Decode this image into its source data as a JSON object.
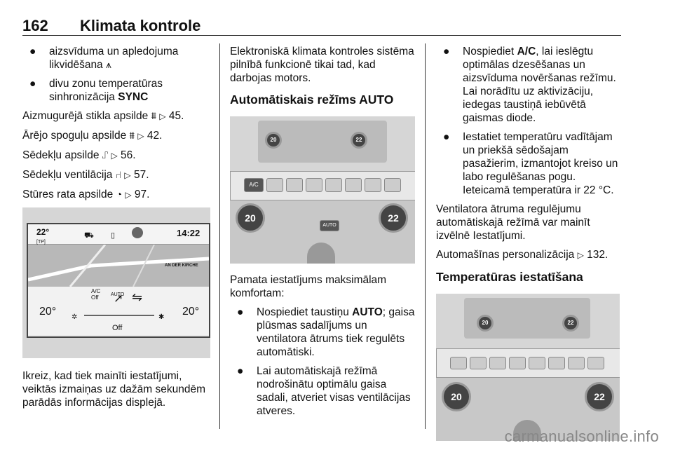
{
  "header": {
    "page_number": "162",
    "title": "Klimata kontrole"
  },
  "col1": {
    "bullet1": {
      "text": "aizsvīduma un apledojuma likvidēšana",
      "icon": "defrost-icon"
    },
    "bullet2": {
      "text": "divu zonu temperatūras sinhronizācija",
      "bold": "SYNC"
    },
    "lines": [
      {
        "text": "Aizmugurējā stikla apsilde",
        "ref": "45."
      },
      {
        "text": "Ārējo spoguļu apsilde",
        "ref": "42."
      },
      {
        "text": "Sēdekļu apsilde",
        "ref": "56."
      },
      {
        "text": "Sēdekļu ventilācija",
        "ref": "57."
      },
      {
        "text": "Stūres rata apsilde",
        "ref": "97."
      }
    ],
    "screen": {
      "temp_top": "22°",
      "tp": "[TP]",
      "time": "14:22",
      "road_label": "AN DER KIRCHE",
      "ac_label": "A/C Off",
      "auto_label": "AUTO",
      "temp_left": "20°",
      "temp_right": "20°",
      "fan_label": "Off"
    },
    "caption": "Ikreiz, kad tiek mainīti iestatījumi, veiktās izmaiņas uz dažām sekundēm parādās informācijas displejā."
  },
  "col2": {
    "intro": "Elektroniskā klimata kontroles sistēma pilnībā funkcionē tikai tad, kad darbojas motors.",
    "heading": "Automātiskais režīms AUTO",
    "panel": {
      "knob_left": "20",
      "knob_right": "22",
      "ac": "A/C",
      "auto": "AUTO"
    },
    "para": "Pamata iestatījums maksimālam komfortam:",
    "bullet1_a": "Nospiediet taustiņu",
    "bullet1_bold": "AUTO",
    "bullet1_b": "; gaisa plūsmas sadalījums un ventilatora ātrums tiek regulēts automātiski.",
    "bullet2": "Lai automātiskajā režīmā nodrošinātu optimālu gaisa sadali, atveriet visas ventilācijas atveres."
  },
  "col3": {
    "bullet1_a": "Nospiediet",
    "bullet1_bold": "A/C",
    "bullet1_b": ", lai ieslēgtu optimālas dzesēšanas un aizsvīduma novēršanas režīmu. Lai norādītu uz aktivizāciju, iedegas taustiņā iebūvētā gaismas diode.",
    "bullet2": "Iestatiet temperatūru vadītājam un priekšā sēdošajam pasažierim, izmantojot kreiso un labo regulēšanas pogu. Ieteicamā temperatūra ir 22 °C.",
    "para1": "Ventilatora ātruma regulējumu automātiskajā režīmā var mainīt izvēlnē Iestatījumi.",
    "para2_text": "Automašīnas personalizācija",
    "para2_ref": "132.",
    "heading": "Temperatūras iestatīšana",
    "panel": {
      "knob_left": "20",
      "knob_right": "22"
    }
  },
  "footer": "carmanualsonline.info"
}
